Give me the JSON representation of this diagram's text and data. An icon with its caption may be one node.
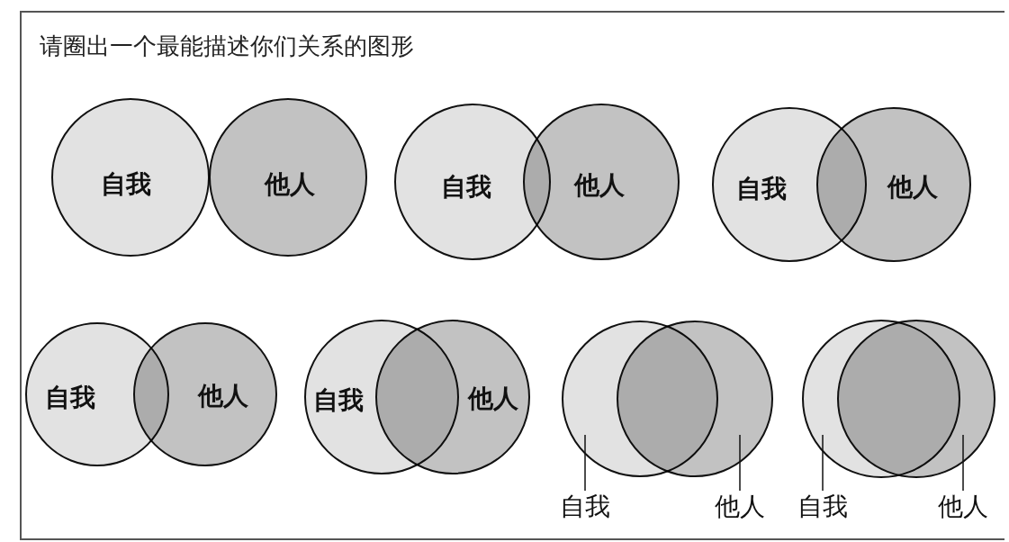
{
  "diagram": {
    "title": "请圈出一个最能描述你们关系的图形",
    "nodes": [
      {
        "text": [
          "自我"
        ]
      },
      {
        "text": [
          "他人"
        ]
      },
      {
        "text": [
          "自我"
        ]
      },
      {
        "text": [
          "他人"
        ]
      },
      {
        "text": [
          "自我"
        ]
      },
      {
        "text": [
          "他人"
        ]
      },
      {
        "text": [
          "自我"
        ]
      },
      {
        "text": [
          "他人"
        ]
      },
      {
        "text": [
          "自我"
        ]
      },
      {
        "text": [
          "他人"
        ]
      },
      {
        "text": [],
        "shape": "circle"
      },
      {
        "text": [],
        "shape": "circle"
      },
      {
        "text": [
          "自我"
        ]
      },
      {
        "text": [
          "他人"
        ]
      },
      {
        "text": [],
        "shape": "circle"
      },
      {
        "text": [],
        "shape": "circle"
      },
      {
        "text": [
          "自我"
        ]
      },
      {
        "text": [
          "他人"
        ]
      }
    ],
    "edges": [
      {
        "from": 12,
        "to": 10,
        "arrow": "none"
      },
      {
        "from": 13,
        "to": 11,
        "arrow": "none"
      },
      {
        "from": 16,
        "to": 14,
        "arrow": "none"
      },
      {
        "from": 17,
        "to": 15,
        "arrow": "none"
      }
    ]
  }
}
